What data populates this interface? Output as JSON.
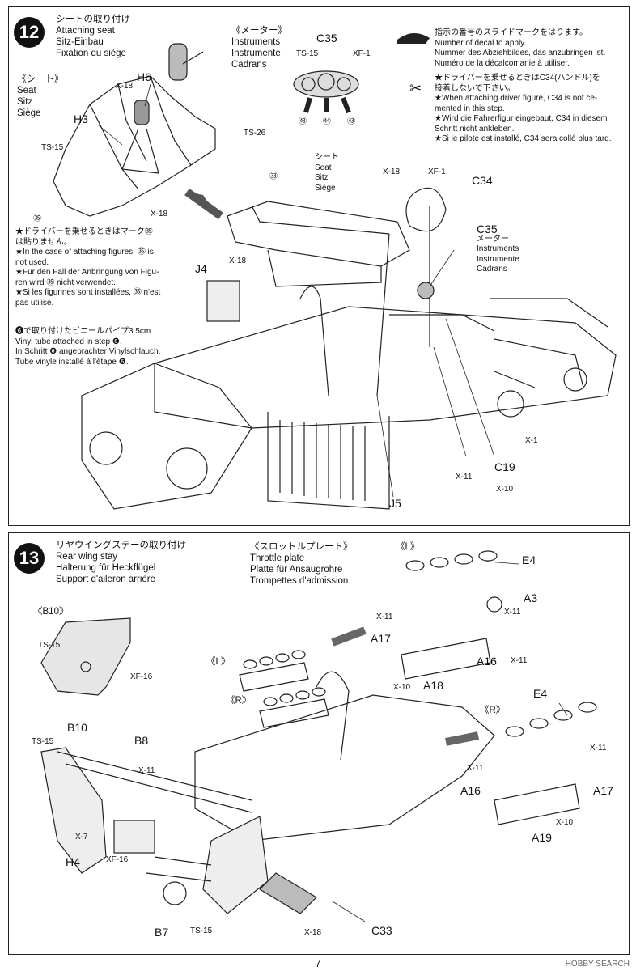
{
  "step12": {
    "number": "12",
    "title": [
      "シートの取り付け",
      "Attaching seat",
      "Sitz-Einbau",
      "Fixation du siège"
    ],
    "seat_heading": [
      "《シート》",
      "Seat",
      "Sitz",
      "Siège"
    ],
    "instruments_heading": [
      "《メーター》",
      "Instruments",
      "Instrumente",
      "Cadrans"
    ],
    "decal_note": [
      "指示の番号のスライドマークをはります。",
      "Number of decal to apply.",
      "Nummer des Abziehbildes, das anzubringen ist.",
      "Numéro de la décalcomanie à utiliser."
    ],
    "driver_note": [
      "★ドライバーを乗せるときはC34(ハンドル)を",
      "接着しないで下さい。",
      "★When attaching driver figure, C34 is not ce-",
      "mented in this step.",
      "★Wird die Fahrerfigur eingebaut, C34 in diesem",
      "Schritt nicht ankleben.",
      "★Si le pilote est installé, C34 sera collé plus tard."
    ],
    "seat_note": [
      "★ドライバーを乗せるときはマーク㉟",
      "は貼りません。",
      "★In the case of attaching figures, ㉟ is",
      "not used.",
      "★Für den Fall der Anbringung von Figu-",
      "ren wird ㉟ nicht verwendet.",
      "★Si les figurines sont installées, ㉟ n'est",
      "pas utilisé."
    ],
    "tube_note": [
      "❻で取り付けたビニールパイプ3.5cm",
      "Vinyl tube attached in step ❻.",
      "In Schritt ❻ angebrachter Vinylschlauch.",
      "Tube vinyle installé à l'étape ❻."
    ],
    "seat_label": [
      "シート",
      "Seat",
      "Sitz",
      "Siège"
    ],
    "c35_heading": [
      "C35",
      "メーター",
      "Instruments",
      "Instrumente",
      "Cadrans"
    ],
    "labels": {
      "h6": "H6",
      "h3": "H3",
      "x18a": "X-18",
      "ts15": "TS-15",
      "ts26": "TS-26",
      "x18b": "X-18",
      "d35": "㉟",
      "d33": "㉝",
      "x18c": "X-18",
      "j4": "J4",
      "c35": "C35",
      "ts15b": "TS-15",
      "xf1": "XF-1",
      "d43a": "㊸",
      "d44": "㊹",
      "d43b": "㊸",
      "x18d": "X-18",
      "xf1b": "XF-1",
      "c34": "C34",
      "x1": "X-1",
      "x11": "X-11",
      "c19": "C19",
      "x10": "X-10",
      "j5": "J5"
    }
  },
  "step13": {
    "number": "13",
    "title": [
      "リヤウイングステーの取り付け",
      "Rear wing stay",
      "Halterung für Heckflügel",
      "Support d'aileron arrière"
    ],
    "throttle_heading": [
      "《スロットルプレート》",
      "Throttle plate",
      "Platte für Ansaugrohre",
      "Trompettes d'admission"
    ],
    "b10_heading": "《B10》",
    "l_heading": "《L》",
    "r_heading": "《R》",
    "l_small": "《L》",
    "r_small": "《R》",
    "labels": {
      "ts15a": "TS-15",
      "xf16a": "XF-16",
      "b10": "B10",
      "ts15b": "TS-15",
      "b8": "B8",
      "x11a": "X-11",
      "x7": "X-7",
      "h4": "H4",
      "xf16b": "XF-16",
      "b7": "B7",
      "ts15c": "TS-15",
      "x18": "X-18",
      "c33": "C33",
      "e4a": "E4",
      "a3": "A3",
      "x11b": "X-11",
      "x11c": "X-11",
      "a17a": "A17",
      "a16a": "A16",
      "x11d": "X-11",
      "x10a": "X-10",
      "a18": "A18",
      "e4b": "E4",
      "x11e": "X-11",
      "x11f": "X-11",
      "a16b": "A16",
      "a17b": "A17",
      "x10b": "X-10",
      "a19": "A19"
    }
  },
  "page_number": "7",
  "watermark": "HOBBY SEARCH"
}
